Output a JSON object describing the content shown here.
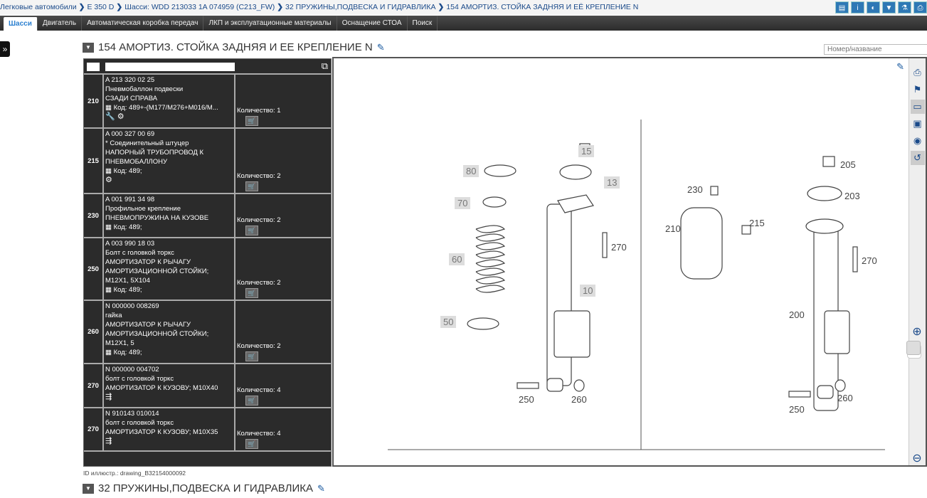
{
  "breadcrumb": [
    "Легковые автомобили",
    "E 350 D",
    "Шасси: WDD 213033 1A 074959 (C213_FW)",
    "32 ПРУЖИНЫ,ПОДВЕСКА И ГИДРАВЛИКА",
    "154 АМОРТИЗ. СТОЙКА ЗАДНЯЯ И ЕЁ КРЕПЛЕНИЕ N"
  ],
  "top_icons": [
    "document-icon",
    "info-icon",
    "toggle-icon",
    "filter-icon",
    "flask-icon",
    "print-icon"
  ],
  "tabs": [
    "Шасси",
    "Двигатель",
    "Автоматическая коробка передач",
    "ЛКП и эксплуатационные материалы",
    "Оснащение СТОА",
    "Поиск"
  ],
  "section_title": "154 АМОРТИЗ. СТОЙКА ЗАДНЯЯ И ЕЕ КРЕПЛЕНИЕ N",
  "search_placeholder": "Номер/название",
  "qty_label": "Количество:",
  "parts": [
    {
      "pos": "210",
      "pn": "A 213 320 02 25",
      "lines": [
        "Пневмобаллон подвески",
        "СЗАДИ СПРАВА"
      ],
      "code": "Код: 489+-(M177/M276+M016/M...",
      "icons": "🔧 ⚙",
      "qty": "1"
    },
    {
      "pos": "215",
      "pn": "A 000 327 00 69",
      "lines": [
        "* Соединительный штуцер",
        "НАПОРНЫЙ ТРУБОПРОВОД К",
        "ПНЕВМОБАЛЛОНУ"
      ],
      "code": "Код: 489;",
      "icons": "⚙",
      "qty": "2"
    },
    {
      "pos": "230",
      "pn": "A 001 991 34 98",
      "lines": [
        "Профильное крепление",
        "ПНЕВМОПРУЖИНА НА КУЗОВЕ"
      ],
      "code": "Код: 489;",
      "icons": "",
      "qty": "2"
    },
    {
      "pos": "250",
      "pn": "A 003 990 18 03",
      "lines": [
        "Болт с головкой торкс",
        "АМОРТИЗАТОР К РЫЧАГУ",
        "АМОРТИЗАЦИОННОЙ СТОЙКИ;",
        "M12X1, 5X104"
      ],
      "code": "Код: 489;",
      "icons": "",
      "qty": "2"
    },
    {
      "pos": "260",
      "pn": "N 000000 008269",
      "lines": [
        "гайка",
        "АМОРТИЗАТОР К РЫЧАГУ",
        "АМОРТИЗАЦИОННОЙ СТОЙКИ;",
        "M12X1, 5"
      ],
      "code": "Код: 489;",
      "icons": "",
      "qty": "2"
    },
    {
      "pos": "270",
      "pn": "N 000000 004702",
      "lines": [
        "болт с головкой торкс",
        "АМОРТИЗАТОР К КУЗОВУ; M10X40"
      ],
      "code": "",
      "icons": "⇶",
      "qty": "4"
    },
    {
      "pos": "270",
      "pn": "N 910143 010014",
      "lines": [
        "болт с головкой торкс",
        "АМОРТИЗАТОР К КУЗОВУ; M10X35"
      ],
      "code": "",
      "icons": "⇶",
      "qty": "4"
    }
  ],
  "caption": "ID иллюстр.: drawing_B32154000092",
  "next_section": "32 ПРУЖИНЫ,ПОДВЕСКА И ГИДРАВЛИКА",
  "diagram_labels": [
    "15",
    "80",
    "13",
    "70",
    "270",
    "60",
    "10",
    "50",
    "250",
    "260",
    "205",
    "230",
    "203",
    "210",
    "215",
    "270",
    "200",
    "250",
    "260"
  ]
}
